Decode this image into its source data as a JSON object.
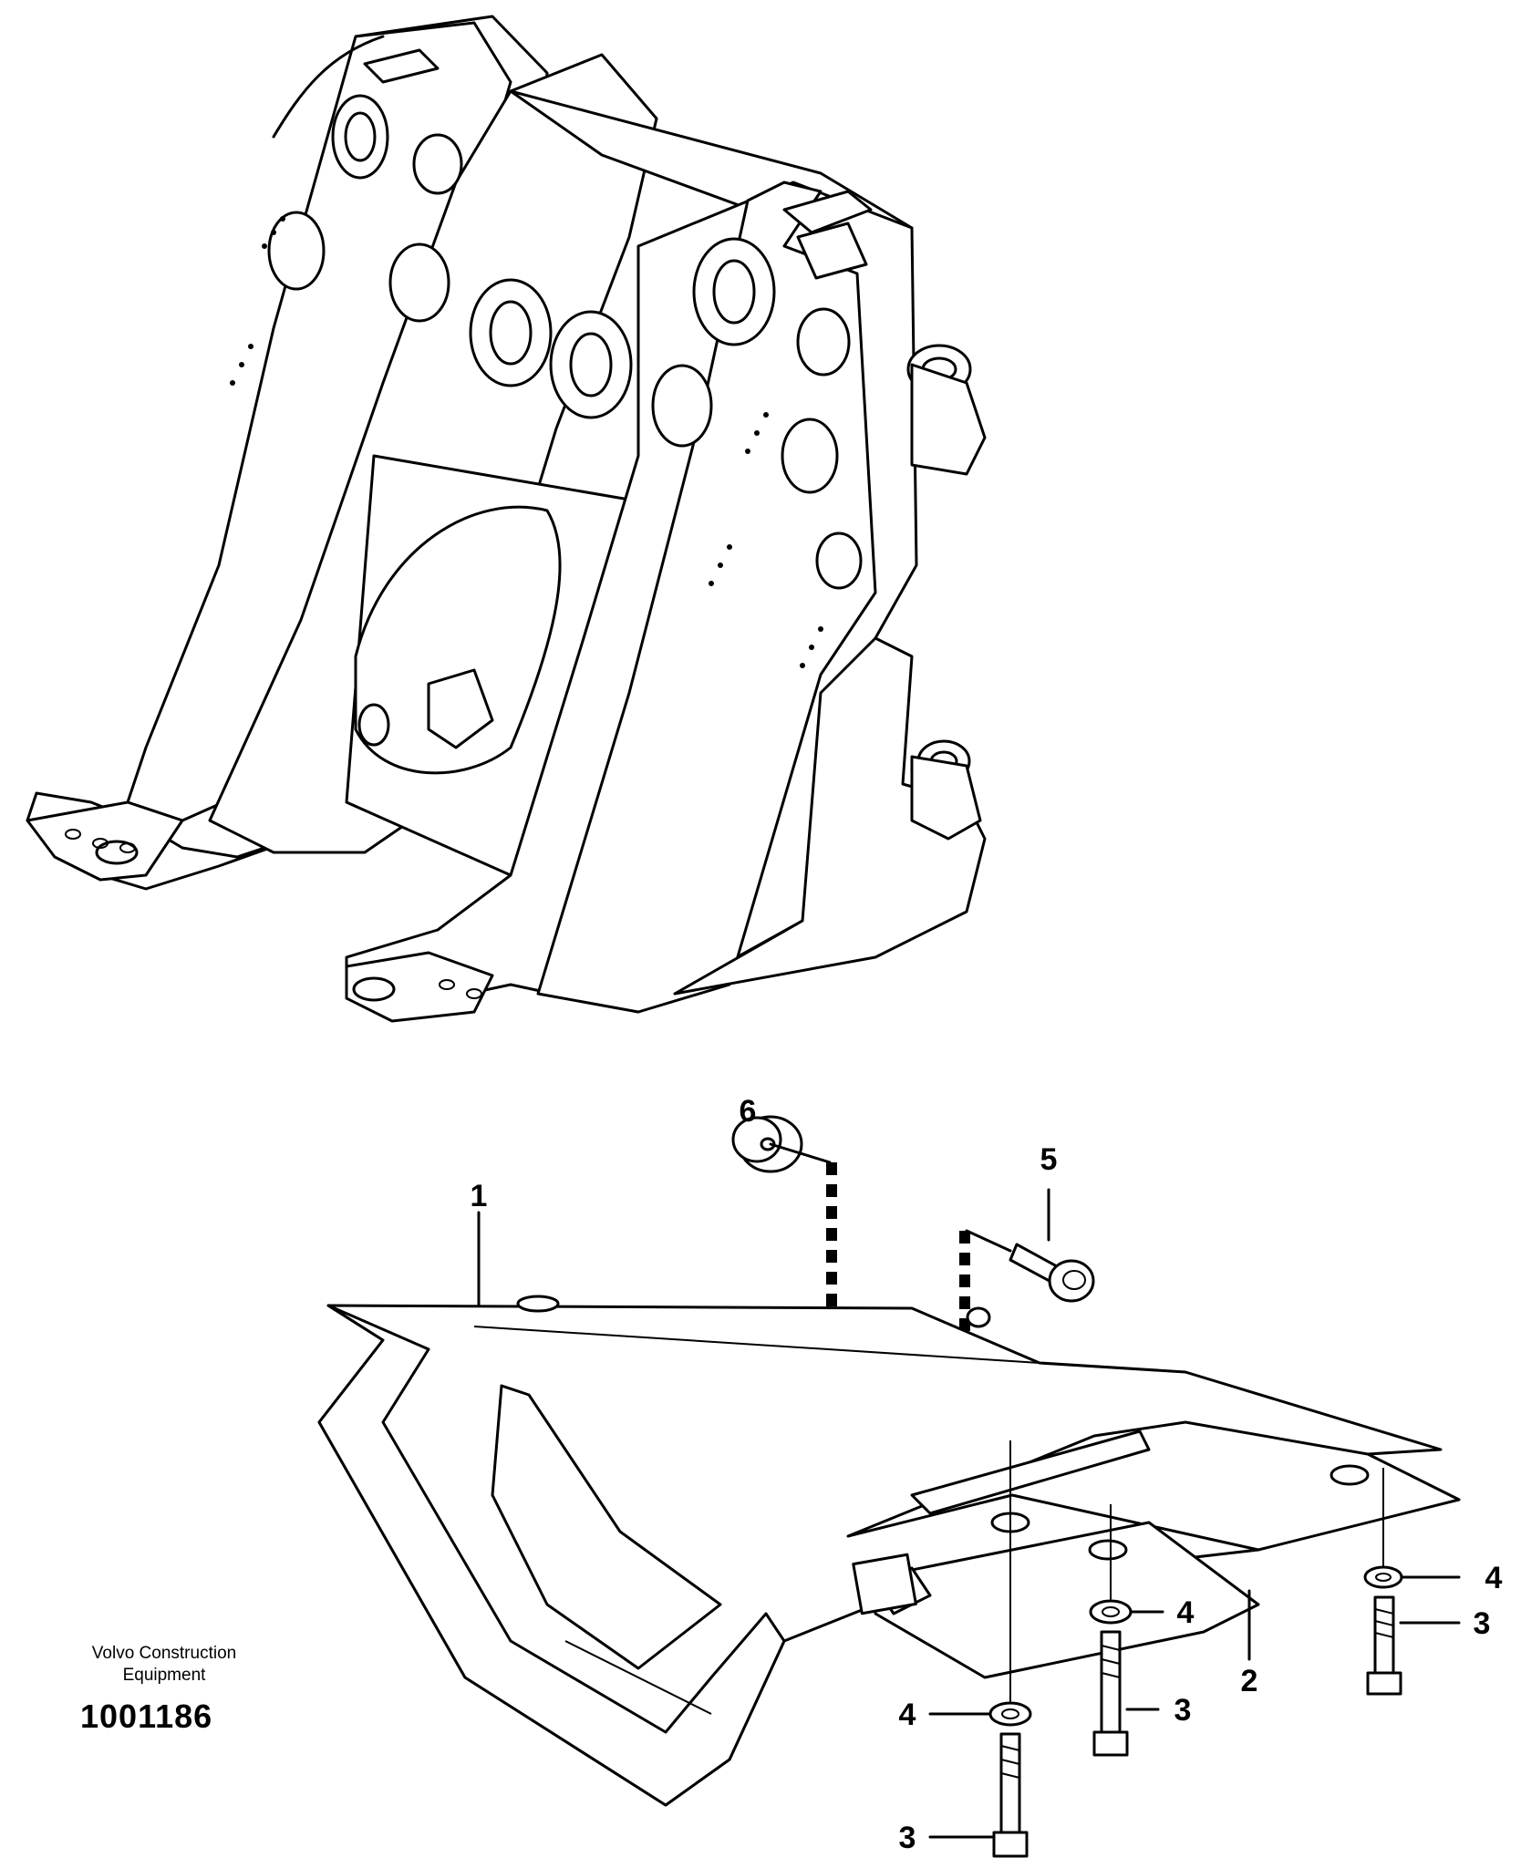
{
  "credit_line1": "Volvo Construction",
  "credit_line2": "Equipment",
  "drawing_number": "1001186",
  "callouts": [
    {
      "key": "c6",
      "text": "6"
    },
    {
      "key": "c5",
      "text": "5"
    },
    {
      "key": "c1",
      "text": "1"
    },
    {
      "key": "c2",
      "text": "2"
    },
    {
      "key": "c4a",
      "text": "4"
    },
    {
      "key": "c4b",
      "text": "4"
    },
    {
      "key": "c4c",
      "text": "4"
    },
    {
      "key": "c3a",
      "text": "3"
    },
    {
      "key": "c3b",
      "text": "3"
    },
    {
      "key": "c3c",
      "text": "3"
    }
  ]
}
